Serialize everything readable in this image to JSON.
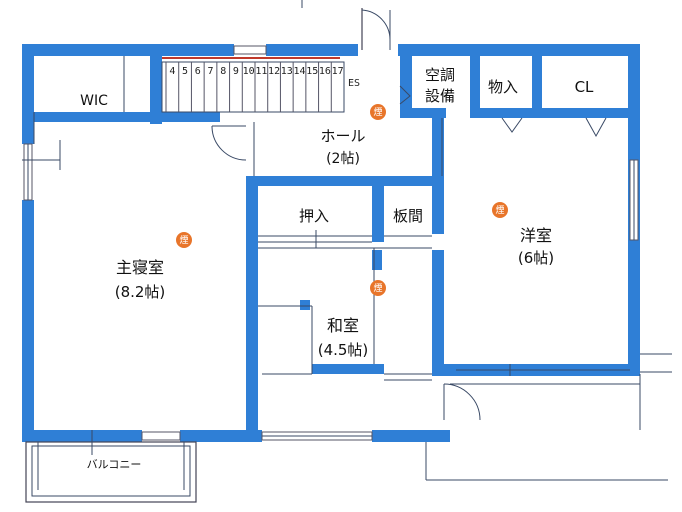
{
  "rooms": {
    "wic": "WIC",
    "hall_name": "ホール",
    "hall_size": "(2帖)",
    "aircon_line1": "空調",
    "aircon_line2": "設備",
    "storage": "物入",
    "closet": "CL",
    "oshiire": "押入",
    "itama": "板間",
    "master_name": "主寝室",
    "master_size": "(8.2帖)",
    "western_name": "洋室",
    "western_size": "(6帖)",
    "washitsu_name": "和室",
    "washitsu_size": "(4.5帖)",
    "balcony": "バルコニー"
  },
  "stairs": {
    "steps": [
      "4",
      "5",
      "6",
      "7",
      "8",
      "9",
      "10",
      "11",
      "12",
      "13",
      "14",
      "15",
      "16",
      "17"
    ],
    "up_mark": "ES"
  },
  "smoke_detector": {
    "glyph": "煙",
    "color": "#e8752a"
  },
  "colors": {
    "wall": "#2f7fd6",
    "line": "#3a4a66"
  }
}
